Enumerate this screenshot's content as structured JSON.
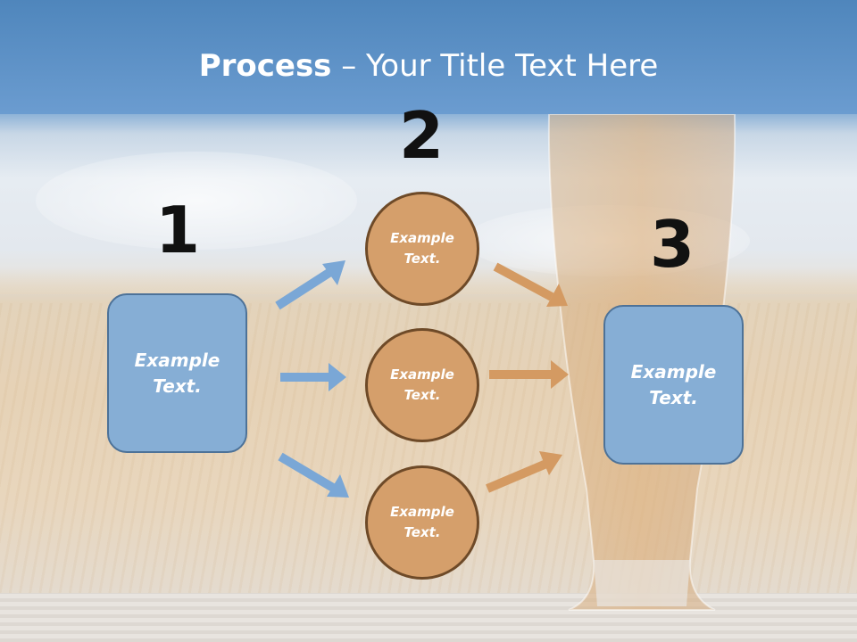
{
  "title": {
    "bold": "Process",
    "rest": " – Your Title Text Here"
  },
  "steps": {
    "one": "1",
    "two": "2",
    "three": "3"
  },
  "nodes": {
    "left_box": "Example Text.",
    "circle_top": "Example Text.",
    "circle_middle": "Example Text.",
    "circle_bottom": "Example Text.",
    "right_box": "Example Text."
  },
  "colors": {
    "title_band": "#5b8fc4",
    "box_fill": "#86aed5",
    "box_border": "#4d7298",
    "circle_fill": "#d59f6b",
    "circle_border": "#6e4a28",
    "blue_arrow": "#7aa7d6",
    "orange_arrow": "#d49a62"
  }
}
